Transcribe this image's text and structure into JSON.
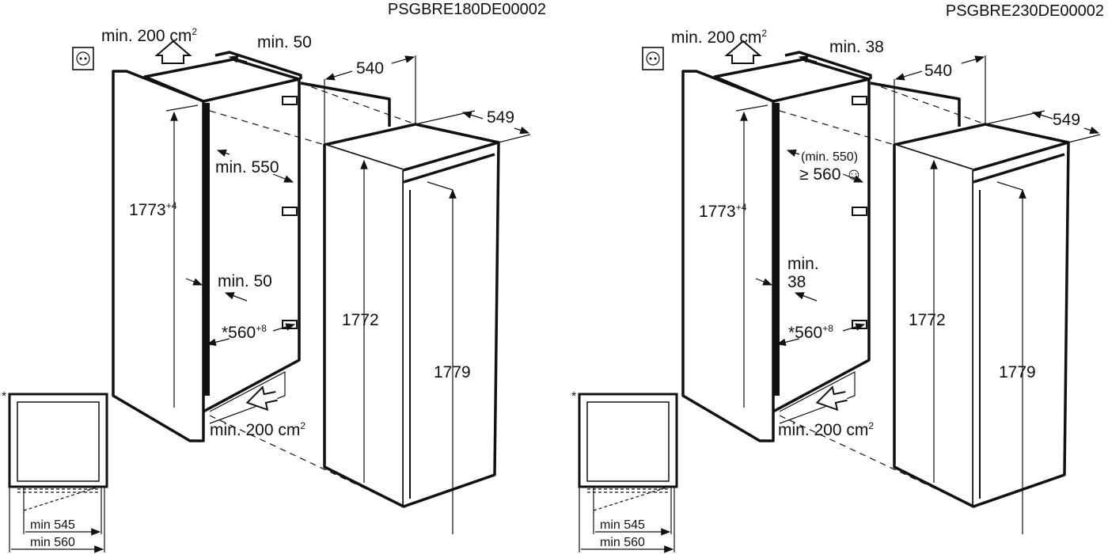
{
  "panels": [
    {
      "model": "PSGBRE180DE00002",
      "top_vent": "min. 200 cm",
      "top_vent_sup": "2",
      "top_gap": "min. 50",
      "depth_540": "540",
      "depth_549": "549",
      "niche_depth": "min. 550",
      "niche_height": "1773",
      "niche_height_sup": "+4",
      "side_gap": "min. 50",
      "niche_width": "*560",
      "niche_width_sup": "+8",
      "appliance_height": "1772",
      "door_height": "1779",
      "bottom_vent": "min. 200 cm",
      "bottom_vent_sup": "2",
      "cross_asterisk": "*",
      "cross_min_545": "min 545",
      "cross_min_560": "min 560"
    },
    {
      "model": "PSGBRE230DE00002",
      "top_vent": "min. 200 cm",
      "top_vent_sup": "2",
      "top_gap": "min. 38",
      "depth_540": "540",
      "depth_549": "549",
      "niche_depth_min": "(min. 550)",
      "niche_depth": "≥ 560 ☺",
      "niche_height": "1773",
      "niche_height_sup": "+4",
      "side_gap_1": "min.",
      "side_gap_2": "38",
      "niche_width": "*560",
      "niche_width_sup": "+8",
      "appliance_height": "1772",
      "door_height": "1779",
      "bottom_vent": "min. 200 cm",
      "bottom_vent_sup": "2",
      "cross_asterisk": "*",
      "cross_min_545": "min 545",
      "cross_min_560": "min 560"
    }
  ]
}
